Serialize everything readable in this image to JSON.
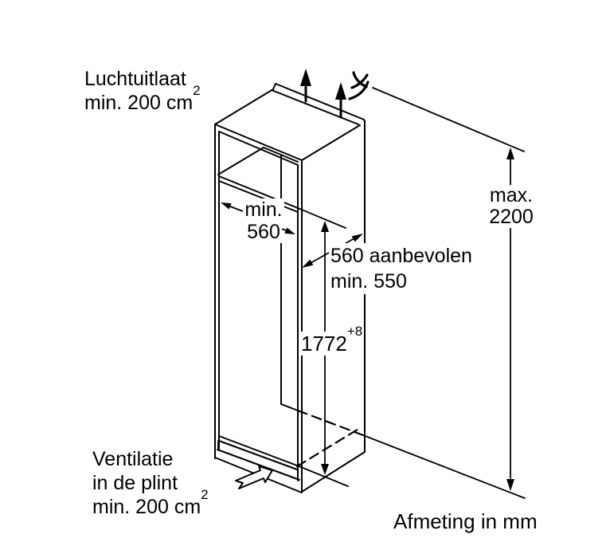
{
  "title": "Built-in appliance niche installation diagram",
  "units_note": "Afmeting in mm",
  "colors": {
    "line": "#000000",
    "background": "#ffffff"
  },
  "labels": {
    "air_outlet_line1": "Luchtuitlaat",
    "air_outlet_line2_text": "min. 200 cm",
    "air_outlet_line2_sup": "2",
    "inner_width_line1": "min.",
    "inner_width_line2": "560",
    "depth_line1": "560 aanbevolen",
    "depth_line2": "min. 550",
    "niche_height_value": "1772",
    "niche_height_tolerance": "+8",
    "max_height_line1": "max.",
    "max_height_line2": "2200",
    "plinth_vent_line1": "Ventilatie",
    "plinth_vent_line2": "in de plint",
    "plinth_vent_line3_text": "min. 200 cm",
    "plinth_vent_line3_sup": "2",
    "footnote": "Afmeting in mm"
  },
  "dimensions": {
    "inner_width_mm": "min. 560",
    "depth_mm": "560 aanbevolen / min. 550",
    "niche_height_mm": "1772 +8",
    "max_total_height_mm": "max. 2200",
    "air_outlet_area": "min. 200 cm2",
    "plinth_vent_area": "min. 200 cm2"
  },
  "icons": {
    "airflow_up": "filled up arrow",
    "cut_symbol": "scissor / cut-out squiggle",
    "plinth_airflow": "hollow block arrow into plinth"
  }
}
